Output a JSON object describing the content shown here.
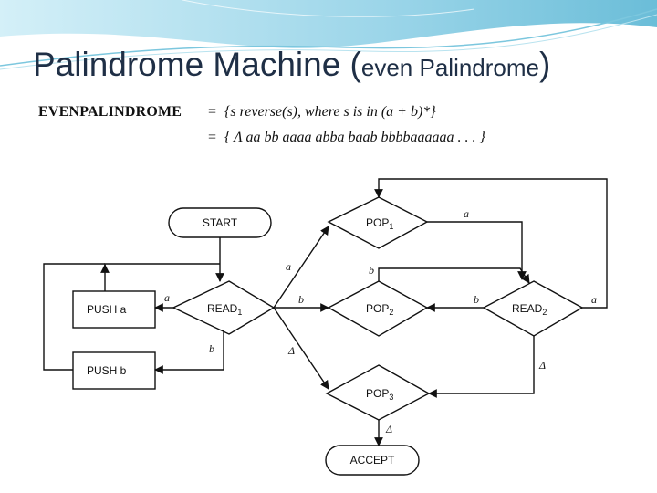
{
  "slide": {
    "title_main": "Palindrome Machine (",
    "title_sub": "even Palindrome",
    "title_close": ")"
  },
  "definition": {
    "name": "EVENPALINDROME",
    "eq": "=",
    "line1": "{s reverse(s),  where  s is in (a + b)*}",
    "line2": "{ Λ    aa    bb    aaaa    abba    baab    bbbbaaaaaa . . . }"
  },
  "diagram": {
    "nodes": {
      "start": "START",
      "accept": "ACCEPT",
      "read1": "READ",
      "read1_sub": "1",
      "read2": "READ",
      "read2_sub": "2",
      "pop1": "POP",
      "pop1_sub": "1",
      "pop2": "POP",
      "pop2_sub": "2",
      "pop3": "POP",
      "pop3_sub": "3",
      "push_a": "PUSH a",
      "push_b": "PUSH b"
    },
    "edge_labels": {
      "read1_to_pusha": "a",
      "read1_to_pushb": "b",
      "read1_to_pop1": "a",
      "read1_to_pop2": "b",
      "read1_to_pop3": "Δ",
      "pop1_to_read2": "a",
      "read2_to_pop2_upper": "b",
      "read2_to_pop2": "b",
      "read2_loop": "a",
      "read2_to_pop3": "Δ",
      "pop3_to_accept": "Δ"
    }
  },
  "colors": {
    "title": "#1f2f46",
    "accent_light": "#9fd6e8",
    "accent_dark": "#3a9bbf",
    "line": "#111111"
  }
}
